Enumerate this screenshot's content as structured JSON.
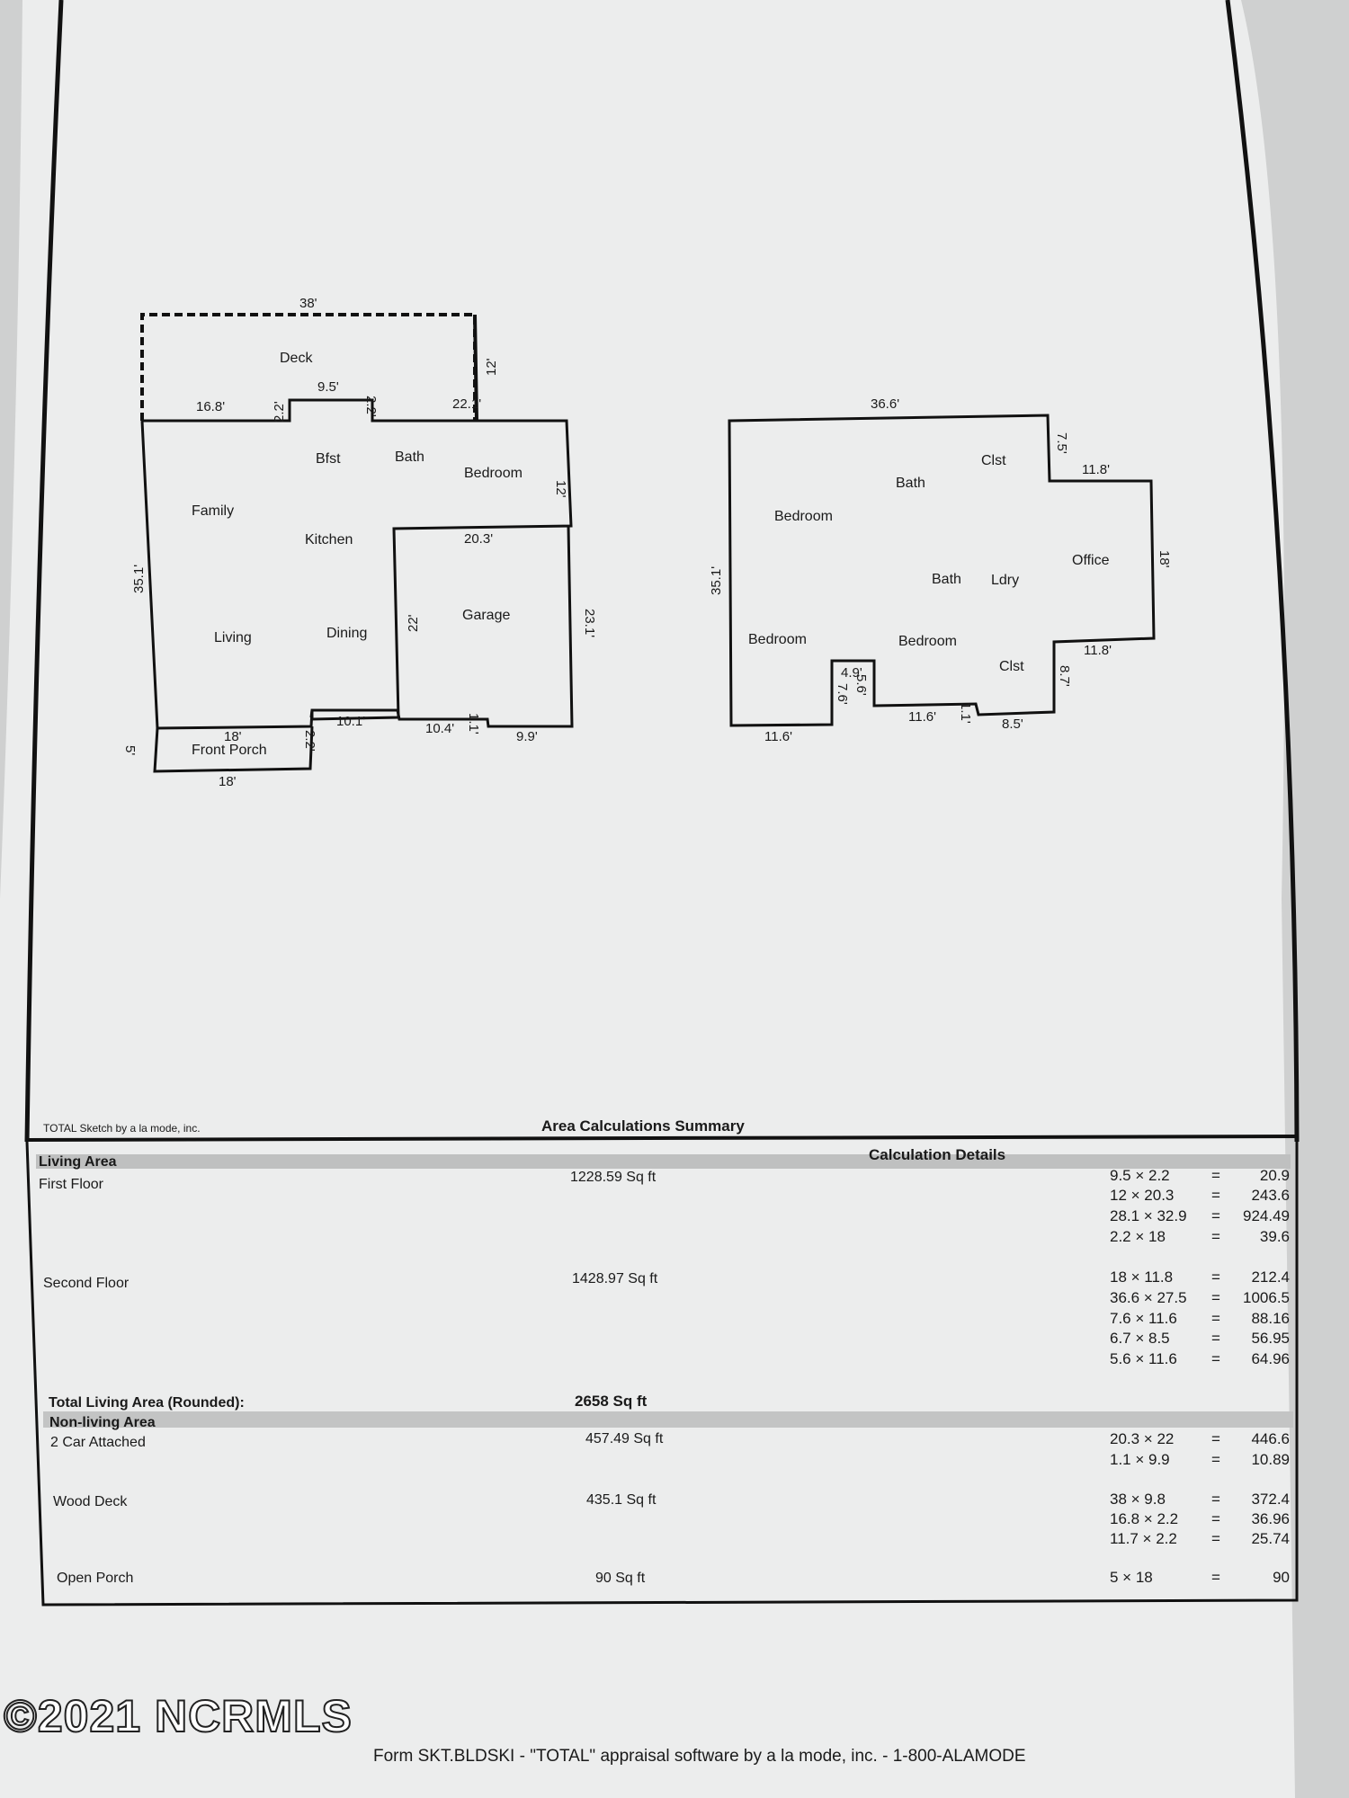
{
  "first_floor_sketch": {
    "deck": {
      "label": "Deck",
      "dims": [
        "38'",
        "12'",
        "16.8'",
        "2.2'",
        "9.5'",
        "2.2'",
        "22.1'"
      ]
    },
    "rooms": [
      "Bfst",
      "Bath",
      "Bedroom",
      "Family",
      "Kitchen",
      "Living",
      "Dining",
      "Garage",
      "Front Porch"
    ],
    "dims": {
      "right_upper": "12'",
      "left": "35.1'",
      "garage_top": "20.3'",
      "garage_left": "22'",
      "garage_right": "23.1'",
      "porch_step": "2.2'",
      "porch_step_w": "10.1'",
      "garage_bottom_left": "10.4'",
      "garage_step": "1.1'",
      "garage_bottom_right": "9.9'",
      "porch_top": "18'",
      "porch_side": "5'",
      "porch_bottom": "18'"
    }
  },
  "second_floor_sketch": {
    "rooms": [
      "Bath",
      "Clst",
      "Bedroom",
      "Office",
      "Bath",
      "Ldry",
      "Bedroom",
      "Bedroom",
      "Clst"
    ],
    "dims": {
      "top": "36.6'",
      "notch_top": "7.5'",
      "office_top": "11.8'",
      "office_right": "18'",
      "left": "35.1'",
      "office_bottom": "11.8'",
      "clst_side": "8.7'",
      "bottom_right": "8.5'",
      "step": "1.1'",
      "bottom_mid": "11.6'",
      "notch_a": "4.9'",
      "notch_b": "7.6'",
      "notch_c": "5.6'",
      "bottom_left": "11.6'"
    }
  },
  "sketch_credit": "TOTAL Sketch by a la mode, inc.",
  "summary_title": "Area Calculations Summary",
  "living_area_header": "Living Area",
  "calculation_details_header": "Calculation Details",
  "first_floor": {
    "label": "First Floor",
    "area": "1228.59 Sq ft",
    "calcs": [
      [
        "9.5 × 2.2",
        "20.9"
      ],
      [
        "12 × 20.3",
        "243.6"
      ],
      [
        "28.1 × 32.9",
        "924.49"
      ],
      [
        "2.2 × 18",
        "39.6"
      ]
    ]
  },
  "second_floor": {
    "label": "Second Floor",
    "area": "1428.97 Sq ft",
    "calcs": [
      [
        "18 × 11.8",
        "212.4"
      ],
      [
        "36.6 × 27.5",
        "1006.5"
      ],
      [
        "7.6 × 11.6",
        "88.16"
      ],
      [
        "6.7 × 8.5",
        "56.95"
      ],
      [
        "5.6 × 11.6",
        "64.96"
      ]
    ]
  },
  "total_living": {
    "label": "Total Living Area (Rounded):",
    "value": "2658 Sq ft"
  },
  "non_living_header": "Non-living Area",
  "garage": {
    "label": "2 Car Attached",
    "area": "457.49 Sq ft",
    "calcs": [
      [
        "20.3 × 22",
        "446.6"
      ],
      [
        "1.1 × 9.9",
        "10.89"
      ]
    ]
  },
  "wood_deck": {
    "label": "Wood Deck",
    "area": "435.1 Sq ft",
    "calcs": [
      [
        "38 × 9.8",
        "372.4"
      ],
      [
        "16.8 × 2.2",
        "36.96"
      ],
      [
        "11.7 × 2.2",
        "25.74"
      ]
    ]
  },
  "open_porch": {
    "label": "Open Porch",
    "area": "90 Sq ft",
    "calcs": [
      [
        "5 × 18",
        "90"
      ]
    ]
  },
  "equals": "=",
  "watermark": "©2021 NCRMLS",
  "footer": "Form SKT.BLDSKI - \"TOTAL\" appraisal software by a la mode, inc. - 1-800-ALAMODE"
}
